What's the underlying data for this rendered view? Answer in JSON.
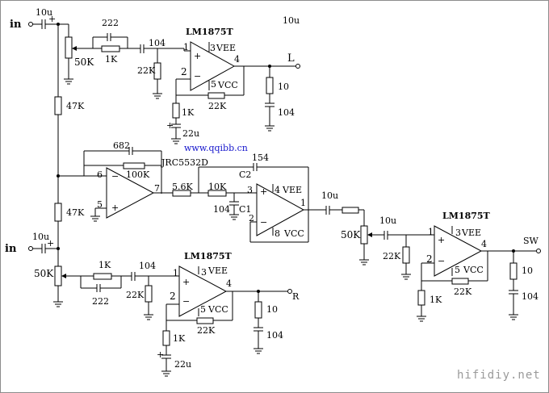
{
  "labels": {
    "top_cap_10u": "10u",
    "in_top": "in",
    "pot_top": "50K",
    "cap_222_top": "222",
    "res_1k_top": "1K",
    "cap_104_top": "104",
    "ic_top": "LM1875T",
    "vee_top": "VEE",
    "vcc_top": "VCC",
    "pin1_top": "1",
    "pin2_top": "2",
    "pin3_top": "3",
    "pin4_top": "4",
    "pin5_top": "5",
    "plus_top": "+",
    "minus_top": "−",
    "res_22k_top_in": "22K",
    "res_1k_top_fb": "1K",
    "res_22k_top_fb": "22K",
    "cap_22u_top": "22u",
    "out_l": "L",
    "out_cap_10u_header": "10u",
    "res_10_top": "10",
    "cap_104_top_out": "104",
    "res_47k_upper": "47K",
    "cap_682": "682",
    "res_100k": "100K",
    "url": "www.qqibb.cn",
    "jrc": "JRC5532D",
    "pin6_jrc": "6",
    "pin5_jrc": "5",
    "pin7_jrc": "7",
    "res_5_6k": "5.6K",
    "cap_154": "154",
    "c2": "C2",
    "res_10k": "10K",
    "pin3_mid": "3",
    "pin4_mid": "4",
    "vee_mid": "VEE",
    "pin1_mid": "1",
    "cap_104_mid": "104",
    "c1": "C1",
    "pin2_mid": "2",
    "pin8_mid": "8",
    "vcc_mid": "VCC",
    "res_47k_lower": "47K",
    "cap_10u_sw": "10u",
    "pot_sw": "50K",
    "cap_10u_sw2": "10u",
    "ic_sw": "LM1875T",
    "res_22k_sw_in": "22K",
    "vee_sw": "VEE",
    "pin1_sw": "1",
    "pin3_sw": "3",
    "pin4_sw": "4",
    "pin2_sw": "2",
    "pin5_sw": "5",
    "vcc_sw": "VCC",
    "res_1k_sw": "1K",
    "res_22k_sw_fb": "22K",
    "out_sw": "SW",
    "res_10_sw": "10",
    "cap_104_sw": "104",
    "cap_10u_bot": "10u",
    "in_bot": "in",
    "pot_bot": "50K",
    "res_1k_bot": "1K",
    "cap_222_bot": "222",
    "cap_104_bot": "104",
    "ic_bot": "LM1875T",
    "vee_bot": "VEE",
    "pin1_bot": "1",
    "pin3_bot": "3",
    "pin4_bot": "4",
    "pin2_bot": "2",
    "pin5_bot": "5",
    "vcc_bot": "VCC",
    "res_22k_bot_in": "22K",
    "res_1k_bot_fb": "1K",
    "res_22k_bot_fb": "22K",
    "cap_22u_bot": "22u",
    "out_r": "R",
    "res_10_bot": "10",
    "cap_104_bot_out": "104",
    "watermark": "hifidiy.net"
  }
}
